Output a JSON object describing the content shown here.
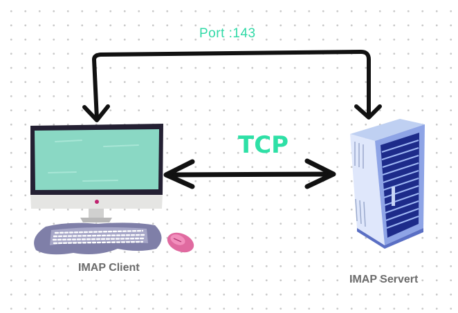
{
  "diagram": {
    "port_label": "Port :143",
    "protocol_label": "TCP",
    "client_label": "IMAP Client",
    "server_label": "IMAP Servert"
  },
  "icons": {
    "client": "desktop-computer-icon",
    "server": "server-rack-icon"
  },
  "colors": {
    "accent": "#2ee0a6",
    "arrow": "#111111",
    "screen": "#8ad8c4",
    "keyboard": "#7f7fa8",
    "mouse": "#e06aa0",
    "server": "#5a6fc4"
  }
}
